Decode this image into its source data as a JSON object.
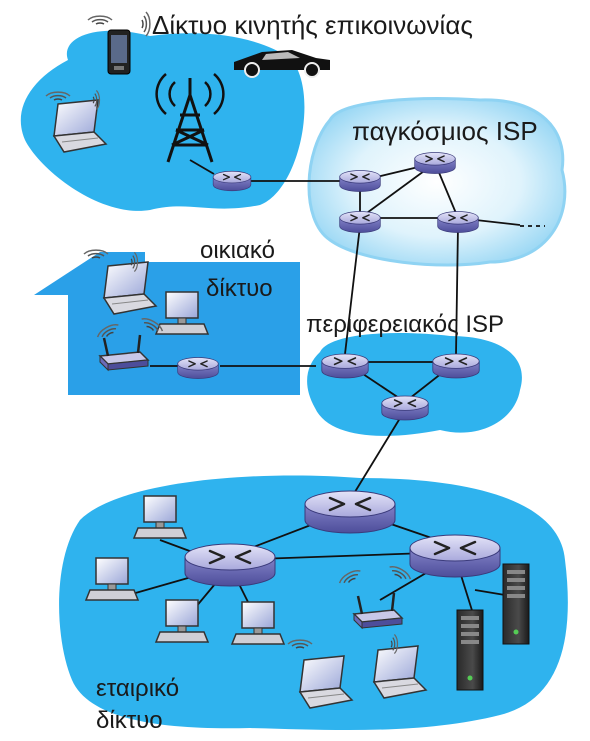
{
  "networks": {
    "mobile": {
      "label": "Δίκτυο κινητής επικοινωνίας"
    },
    "global_isp": {
      "label": "παγκόσμιος ISP"
    },
    "home": {
      "label_line1": "οικιακό",
      "label_line2": "δίκτυο"
    },
    "regional_isp": {
      "label": "περιφερειακός ISP"
    },
    "enterprise": {
      "label_line1": "εταιρικό",
      "label_line2": "δίκτυο"
    }
  },
  "colors": {
    "cloud": "#33b6ef",
    "cloud_light": "#9fdcf5",
    "house": "#2a9fe6",
    "router_top": "#b9b9e6",
    "router_side": "#6a6ab8",
    "link": "#111111",
    "text": "#1a1a1a"
  }
}
